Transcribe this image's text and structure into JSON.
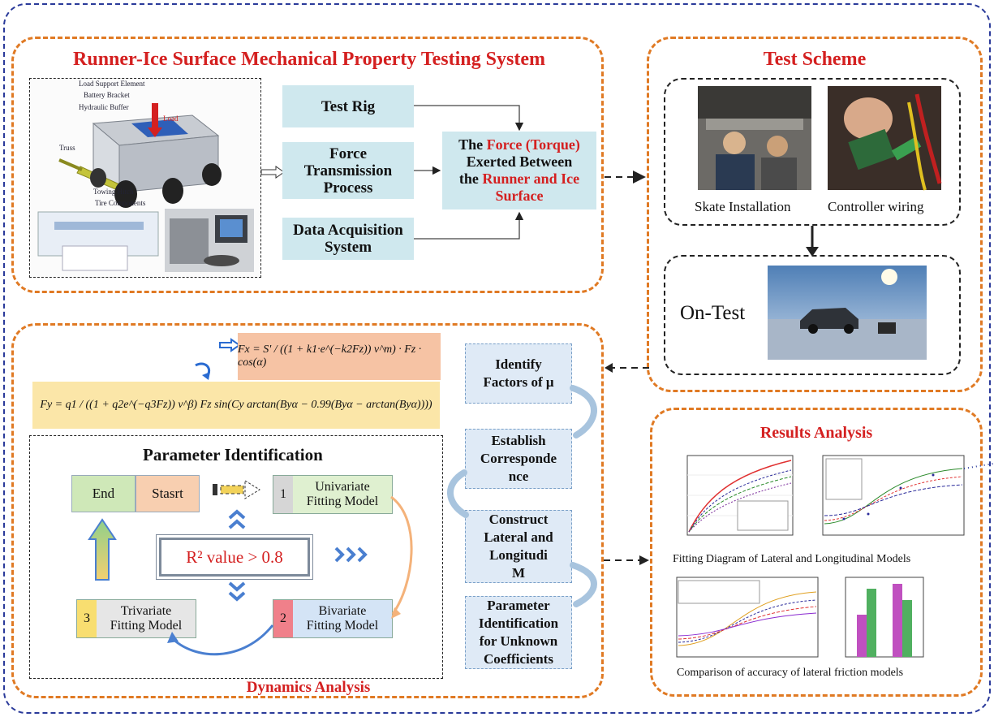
{
  "system": {
    "title": "Runner-Ice Surface Mechanical Property Testing System",
    "rig_labels": [
      "Load Support Element",
      "Battery Bracket",
      "Hydraulic Buffer",
      "Load",
      "Truss",
      "Towing Hitch",
      "Tire Components"
    ],
    "boxes": {
      "test_rig": "Test Rig",
      "force_l1": "Force",
      "force_l2": "Transmission",
      "force_l3": "Process",
      "daq_l1": "Data Acquisition",
      "daq_l2": "System"
    },
    "result": {
      "l1_a": "The ",
      "l1_b": "Force (Torque)",
      "l2": "Exerted Between",
      "l3_a": "the ",
      "l3_b": "Runner and Ice",
      "l4": "Surface"
    }
  },
  "scheme": {
    "title": "Test Scheme",
    "cap_skate": "Skate Installation",
    "cap_controller": "Controller wiring",
    "on_test": "On-Test"
  },
  "dynamics": {
    "title": "Dynamics Analysis",
    "formula_fx": "Fx = S' / ((1 + k1·e^(−k2Fz)) v^m) · Fz · cos(α)",
    "formula_fy": "Fy = q1 / ((1 + q2e^(−q3Fz)) v^β) Fz sin(Cy arctan(Byα − 0.99(Byα − arctan(Byα))))",
    "param_title": "Parameter Identification",
    "end": "End",
    "start": "Stasrt",
    "m1_num": "1",
    "m1_l1": "Univariate",
    "m1_l2": "Fitting Model",
    "m2_num": "2",
    "m2_l1": "Bivariate",
    "m2_l2": "Fitting Model",
    "m3_num": "3",
    "m3_l1": "Trivariate",
    "m3_l2": "Fitting Model",
    "r2": "R² value > 0.8",
    "steps": [
      {
        "l1": "Identify",
        "l2": "Factors of  μ"
      },
      {
        "l1": "Establish",
        "l2": "Corresponde",
        "l3": "nce"
      },
      {
        "l1": "Construct",
        "l2": "Lateral and",
        "l3": "Longitudi",
        "l4": "M"
      },
      {
        "l1": "Parameter",
        "l2": "Identification",
        "l3": "for Unknown",
        "l4": "Coefficients"
      }
    ]
  },
  "results": {
    "title": "Results Analysis",
    "cap1": "Fitting Diagram of Lateral and Longitudinal Models",
    "cap2": "Comparison of accuracy of lateral friction models"
  },
  "colors": {
    "accent_red": "#d42020",
    "orange": "#e07a24",
    "box_blue": "#cfe8ee",
    "navy": "#2a3a9a"
  }
}
